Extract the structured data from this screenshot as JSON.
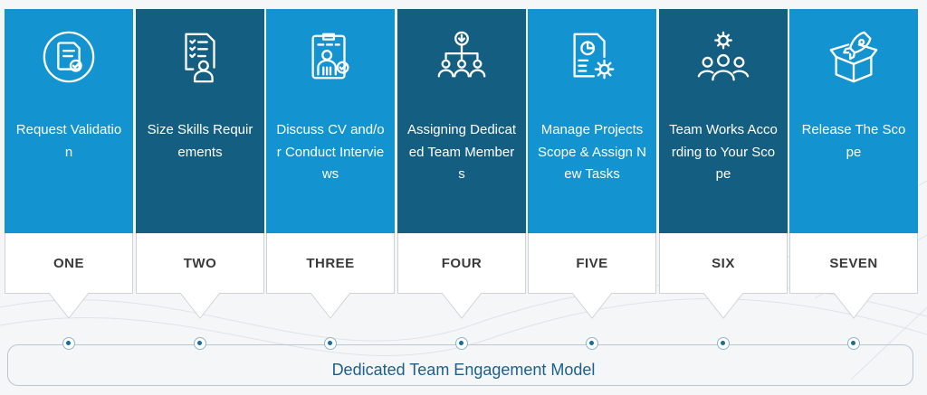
{
  "diagram_title": "Dedicated Team Engagement Model",
  "colors": {
    "light_blue": "#1393cf",
    "dark_blue": "#145e82",
    "title_text": "#1d5f8b"
  },
  "steps": [
    {
      "title": "Request Validation",
      "number": "ONE",
      "icon": "document-check-icon",
      "color": "light"
    },
    {
      "title": "Size Skills Requirements",
      "number": "TWO",
      "icon": "checklist-person-icon",
      "color": "dark"
    },
    {
      "title": "Discuss CV and/or Conduct Interviews",
      "number": "THREE",
      "icon": "clipboard-candidate-icon",
      "color": "light"
    },
    {
      "title": "Assigning Dedicated Team Members",
      "number": "FOUR",
      "icon": "team-hierarchy-icon",
      "color": "dark"
    },
    {
      "title": "Manage Projects Scope & Assign New Tasks",
      "number": "FIVE",
      "icon": "project-gear-icon",
      "color": "light"
    },
    {
      "title": "Team Works According to Your Scope",
      "number": "SIX",
      "icon": "team-gear-icon",
      "color": "dark"
    },
    {
      "title": "Release The Scope",
      "number": "SEVEN",
      "icon": "rocket-box-icon",
      "color": "light"
    }
  ]
}
